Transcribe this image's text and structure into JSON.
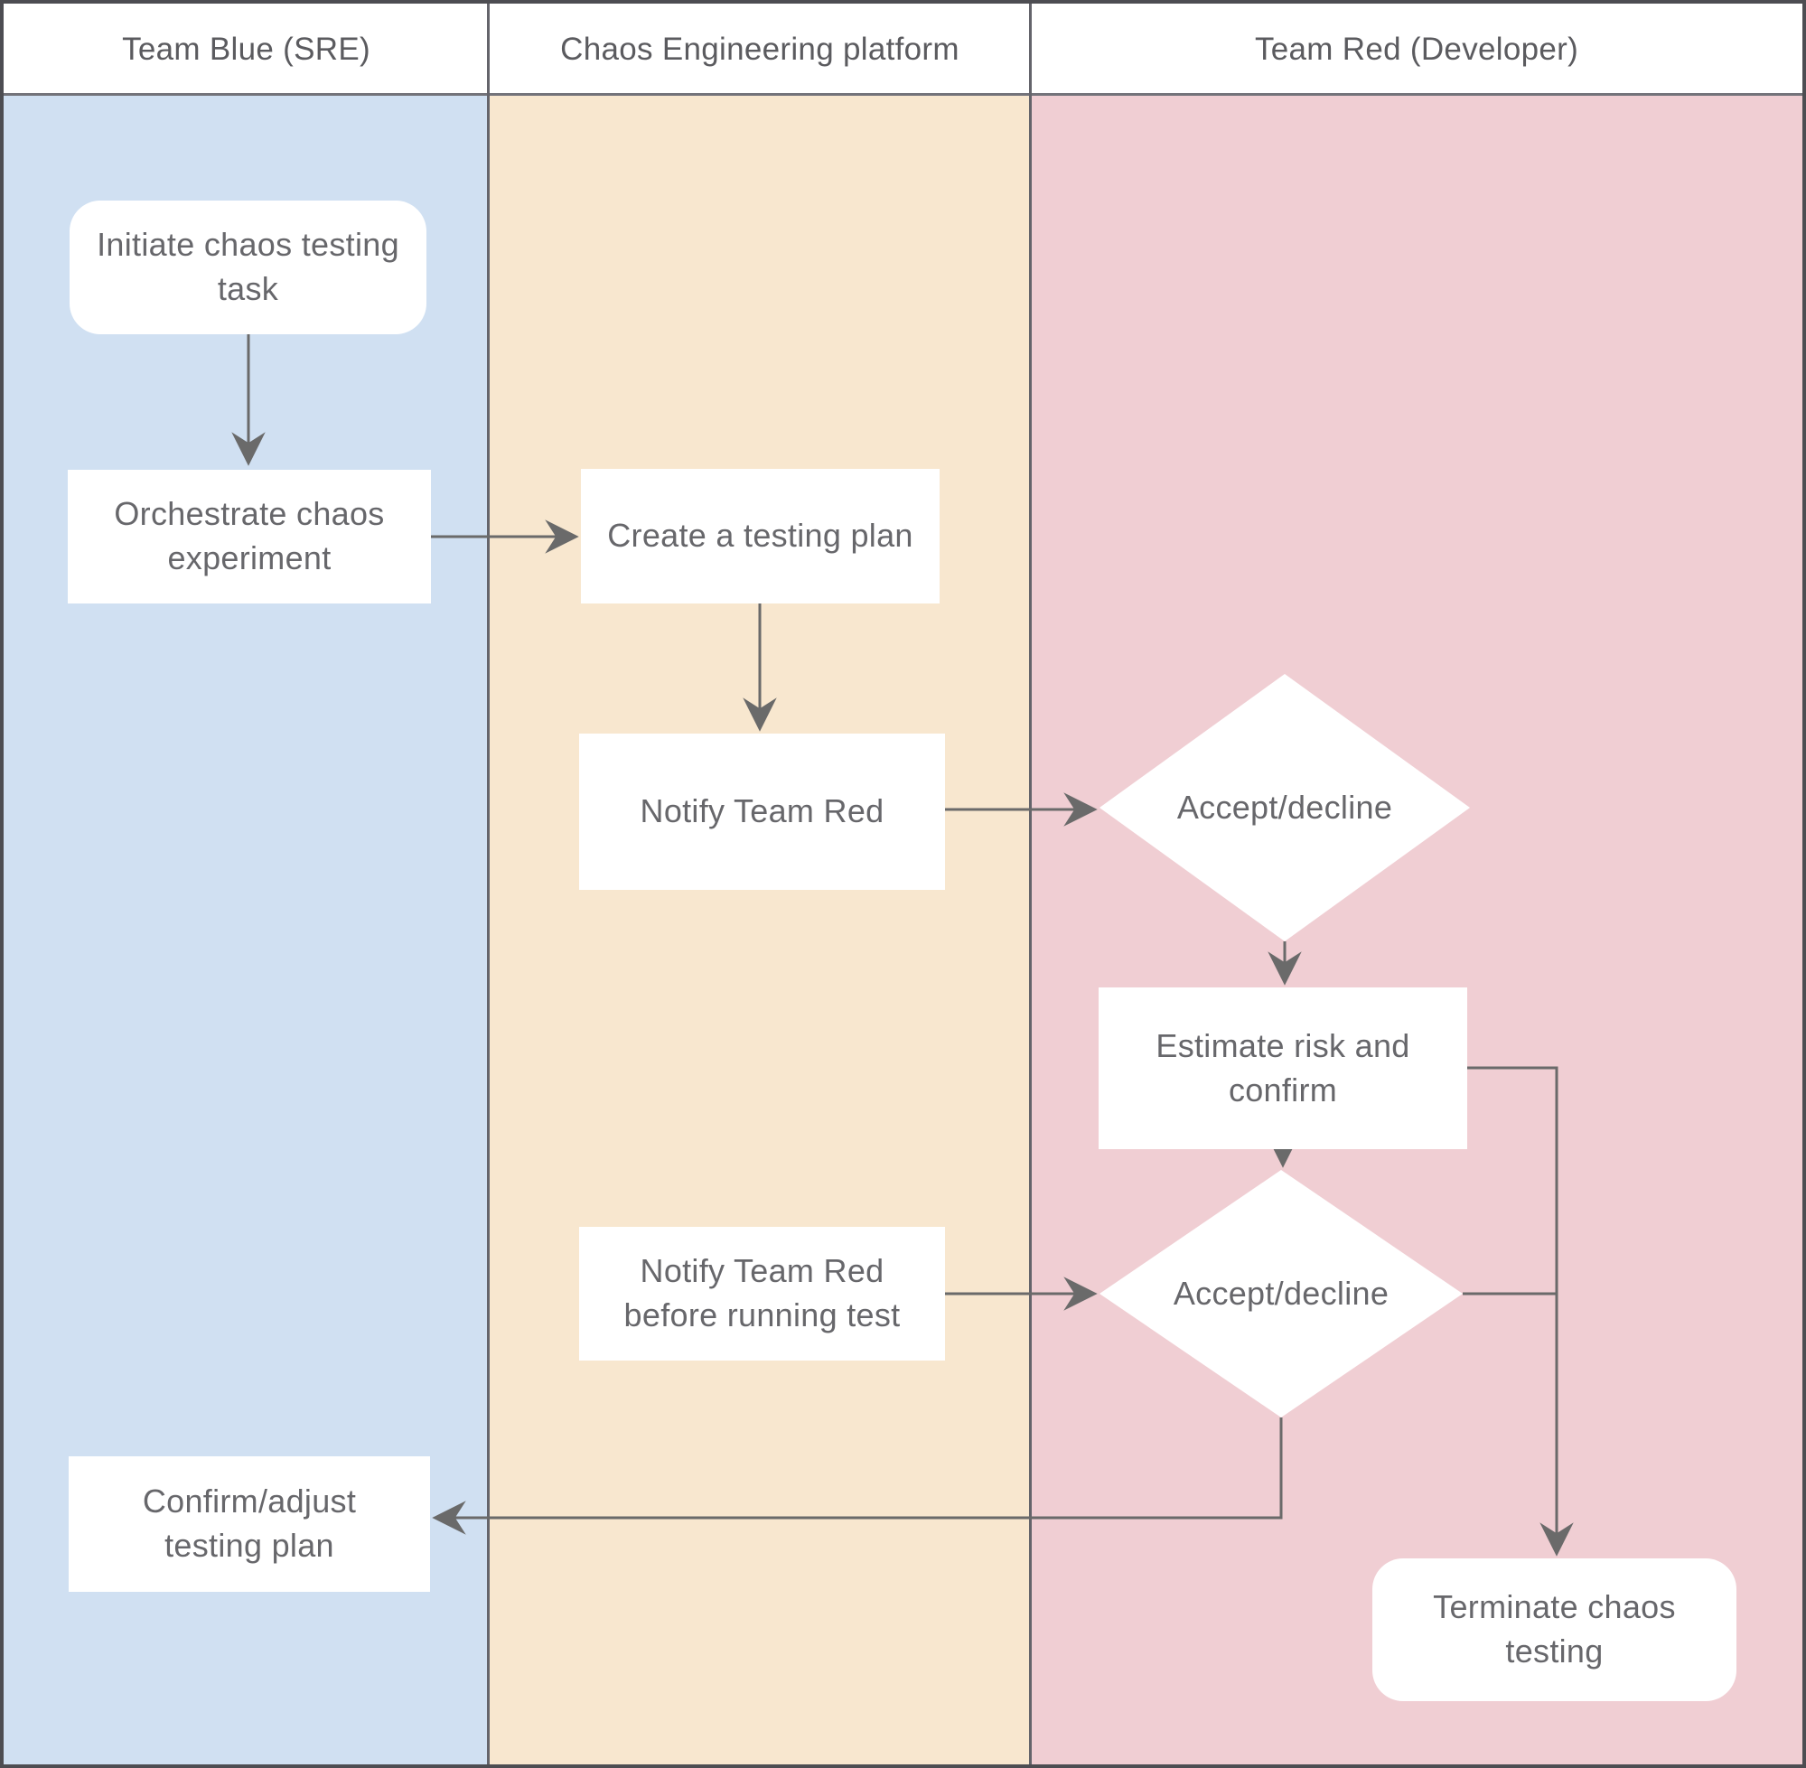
{
  "diagram": {
    "title": "Chaos testing swimlane flowchart",
    "type": "flowchart-swimlane"
  },
  "header": {
    "lanes": [
      {
        "label": "Team Blue (SRE)"
      },
      {
        "label": "Chaos Engineering platform"
      },
      {
        "label": "Team Red (Developer)"
      }
    ]
  },
  "nodes": {
    "initiate": {
      "label": "Initiate chaos testing task",
      "shape": "rounded-rect",
      "lane": "Team Blue (SRE)"
    },
    "orchestrate": {
      "label": "Orchestrate chaos experiment",
      "shape": "rect",
      "lane": "Team Blue (SRE)"
    },
    "create_plan": {
      "label": "Create a testing plan",
      "shape": "rect",
      "lane": "Chaos Engineering platform"
    },
    "notify_red": {
      "label": "Notify Team Red",
      "shape": "rect",
      "lane": "Chaos Engineering platform"
    },
    "accept_decline_1": {
      "label": "Accept/decline",
      "shape": "diamond",
      "lane": "Team Red (Developer)"
    },
    "estimate": {
      "label": "Estimate risk and confirm",
      "shape": "rect",
      "lane": "Team Red (Developer)"
    },
    "notify_before": {
      "label": "Notify Team Red before running test",
      "shape": "rect",
      "lane": "Chaos Engineering platform"
    },
    "accept_decline_2": {
      "label": "Accept/decline",
      "shape": "diamond",
      "lane": "Team Red (Developer)"
    },
    "confirm_adjust": {
      "label": "Confirm/adjust testing plan",
      "shape": "rect",
      "lane": "Team Blue (SRE)"
    },
    "terminate": {
      "label": "Terminate chaos testing",
      "shape": "rounded-rect",
      "lane": "Team Red (Developer)"
    }
  },
  "edges": [
    {
      "from": "initiate",
      "to": "orchestrate"
    },
    {
      "from": "orchestrate",
      "to": "create_plan"
    },
    {
      "from": "create_plan",
      "to": "notify_red"
    },
    {
      "from": "notify_red",
      "to": "accept_decline_1"
    },
    {
      "from": "accept_decline_1",
      "to": "estimate"
    },
    {
      "from": "estimate",
      "to": "accept_decline_2"
    },
    {
      "from": "estimate",
      "to": "terminate"
    },
    {
      "from": "notify_before",
      "to": "accept_decline_2"
    },
    {
      "from": "accept_decline_2",
      "to": "terminate"
    },
    {
      "from": "accept_decline_2",
      "to": "confirm_adjust"
    }
  ],
  "colors": {
    "lane_blue": "#d0e0f2",
    "lane_cream": "#f8e7cf",
    "lane_pink": "#f0ced3",
    "node_fill": "#ffffff",
    "line": "#6a6a6a",
    "text": "#67676b",
    "frame": "#4d4d52"
  }
}
